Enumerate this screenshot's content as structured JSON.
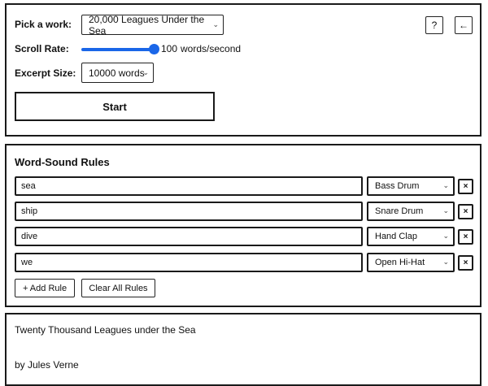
{
  "controls": {
    "work_label": "Pick a work:",
    "work_value": "20,000 Leagues Under the Sea",
    "help_label": "?",
    "back_label": "←",
    "scroll_label": "Scroll Rate:",
    "scroll_value": "100",
    "scroll_unit": "words/second",
    "excerpt_label": "Excerpt Size:",
    "excerpt_value": "10000 words",
    "start_label": "Start"
  },
  "rules": {
    "title": "Word-Sound Rules",
    "items": [
      {
        "word": "sea",
        "sound": "Bass Drum"
      },
      {
        "word": "ship",
        "sound": "Snare Drum"
      },
      {
        "word": "dive",
        "sound": "Hand Clap"
      },
      {
        "word": "we",
        "sound": "Open Hi-Hat"
      }
    ],
    "remove_label": "×",
    "add_label": "+ Add Rule",
    "clear_label": "Clear All Rules"
  },
  "output": {
    "title_line": "Twenty Thousand Leagues under the Sea",
    "author_line": "by Jules Verne"
  }
}
